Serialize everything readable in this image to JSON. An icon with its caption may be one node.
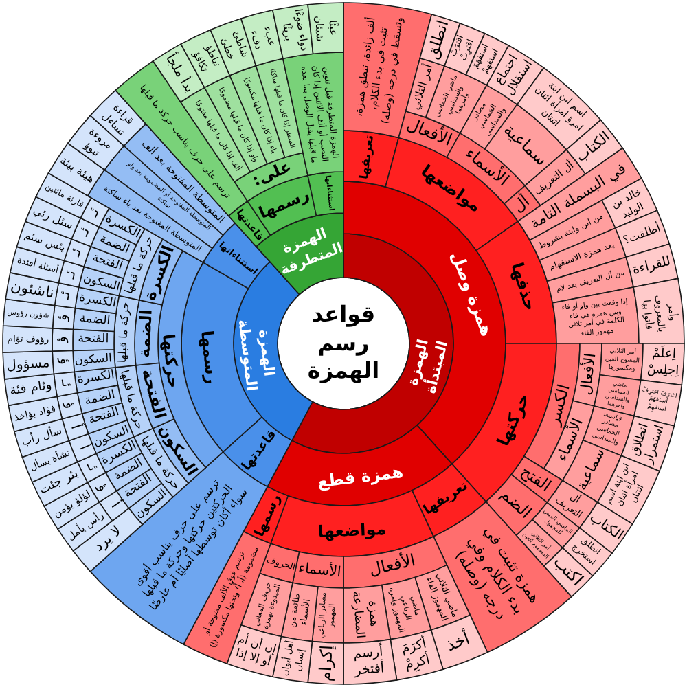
{
  "diagram": {
    "nodes": [
      {
        "text": [
          "قواعد رسم الهمزة"
        ]
      },
      {
        "text": [
          "الهمزة المبتدأة"
        ]
      },
      {
        "text": [
          "همزة وصل"
        ]
      },
      {
        "text": [
          "تعريفها"
        ]
      },
      {
        "text": [
          "ألف زائدة، تنطق همزة، تثبت في بدء الكلام، وتسقط في درجه (وصله)"
        ]
      },
      {
        "text": [
          "مواضعها"
        ]
      },
      {
        "text": [
          "الأفعال"
        ]
      },
      {
        "text": [
          "أمر الثلاثي"
        ]
      },
      {
        "text": [
          "انطلق"
        ]
      },
      {
        "text": [
          "ماضي الخماسي والسداسي وأمرهما"
        ]
      },
      {
        "text": [
          "اقترَبَ اقترِبْ"
        ]
      },
      {
        "text": [
          "استفهَمَ استفهِمْ"
        ]
      },
      {
        "text": [
          "الأسماء"
        ]
      },
      {
        "text": [
          "مصادر الخماسي والسداسي"
        ]
      },
      {
        "text": [
          "اجتماع استقلال"
        ]
      },
      {
        "text": [
          "سماعية"
        ]
      },
      {
        "text": [
          "اسم ابن ابنة امرؤ امرأة اثنان اثنتان"
        ]
      },
      {
        "text": [
          "أل"
        ]
      },
      {
        "text": [
          "أل التعريف"
        ]
      },
      {
        "text": [
          "الكتاب"
        ]
      },
      {
        "text": [
          "حذفها"
        ]
      },
      {
        "text": [
          "في البسملة التامة"
        ]
      },
      {
        "text": [
          "من ابن وابنة بشروط"
        ]
      },
      {
        "text": [
          "خالد بن الوليد"
        ]
      },
      {
        "text": [
          "بعد همزة الاستفهام"
        ]
      },
      {
        "text": [
          "أطلقت؟"
        ]
      },
      {
        "text": [
          "من أل التعريف بعد لام"
        ]
      },
      {
        "text": [
          "للقراءة"
        ]
      },
      {
        "text": [
          "إذا وقعت بين واو أو فاء وبين همزة هي فاء الكلمة في أمر ثلاثي مهموز الفاء"
        ]
      },
      {
        "text": [
          "وأمر بالمعروف فأتوا بها"
        ]
      },
      {
        "text": [
          "حركتها"
        ]
      },
      {
        "text": [
          "الكسر"
        ]
      },
      {
        "text": [
          "الأفعال"
        ]
      },
      {
        "text": [
          "أمر الثلاثي المفتوح العين ومكسورها"
        ]
      },
      {
        "text": [
          "اِعلَمْ اِجلِسْ"
        ]
      },
      {
        "text": [
          "ماضي الخماسي والسداسي وأمرهما"
        ]
      },
      {
        "text": [
          "اغترَفَ اغترِفْ استفهَمَ استفهِمْ"
        ]
      },
      {
        "text": [
          "الأسماء"
        ]
      },
      {
        "text": [
          "قياسية: مصادر الخماسي والسداسي"
        ]
      },
      {
        "text": [
          "انطلاق استمرار"
        ]
      },
      {
        "text": [
          "سماعية"
        ]
      },
      {
        "text": [
          "ابن ابنة اسم امرأة اثنان اثنتان"
        ]
      },
      {
        "text": [
          "الفتح"
        ]
      },
      {
        "text": [
          "أل التعريف"
        ]
      },
      {
        "text": [
          "الكتاب"
        ]
      },
      {
        "text": [
          "الضم"
        ]
      },
      {
        "text": [
          "الماضي المبني للمجهول"
        ]
      },
      {
        "text": [
          "انطلق استخرج"
        ]
      },
      {
        "text": [
          "أمر الثلاثي المضموم العين"
        ]
      },
      {
        "text": [
          "اكتب"
        ]
      },
      {
        "text": [
          "همزة قطع"
        ]
      },
      {
        "text": [
          "تعريفها"
        ]
      },
      {
        "text": [
          "همزة تثبت في بدء الكلام وفي درجه (وصله)"
        ]
      },
      {
        "text": [
          "مواضعها"
        ]
      },
      {
        "text": [
          "الأفعال"
        ]
      },
      {
        "text": [
          "ماضي الثلاثي المهموز الفاء"
        ]
      },
      {
        "text": [
          "أخذ"
        ]
      },
      {
        "text": [
          "ماضي الرباعي المهموز وأمره"
        ]
      },
      {
        "text": [
          "أكرَمَ أكرِمْ"
        ]
      },
      {
        "text": [
          "همزة المضارعة"
        ]
      },
      {
        "text": [
          "أرسم أفتخر"
        ]
      },
      {
        "text": [
          "الأسماء"
        ]
      },
      {
        "text": [
          "مصادر الرباعي المهموز"
        ]
      },
      {
        "text": [
          "إكرام"
        ]
      },
      {
        "text": [
          "طائفة من الأسماء"
        ]
      },
      {
        "text": [
          "أهل أبوان إنسان"
        ]
      },
      {
        "text": [
          "الحروف"
        ]
      },
      {
        "text": [
          "حروف المعاني المبدوءة بهمزة"
        ]
      },
      {
        "text": [
          "إن أن أم أو إلا إذا"
        ]
      },
      {
        "text": [
          "رسمها"
        ]
      },
      {
        "text": [
          "ترسم فوق الألف مفتوحة أو مضمومة (أ، أُ) وتحتها مكسورة (إ)"
        ]
      },
      {
        "text": [
          "الهمزة المتوسطة"
        ]
      },
      {
        "text": [
          "قاعدتها"
        ]
      },
      {
        "text": [
          "ترسم على حرف يناسب أقوى الحركتين حركتها وحركة ما قبلها سواء أكان توسطها أصليًا أم عارضًا"
        ]
      },
      {
        "text": [
          "رسمها"
        ]
      },
      {
        "text": [
          "حركتها"
        ]
      },
      {
        "text": [
          "السكون"
        ]
      },
      {
        "text": [
          "حركة ما قبلها"
        ]
      },
      {
        "text": [
          "السكون"
        ]
      },
      {
        "text": [
          "لا يرد"
        ]
      },
      {
        "text": [
          "الفتحة"
        ]
      },
      {
        "text": [
          "أ"
        ]
      },
      {
        "text": [
          "رأس يأمل"
        ]
      },
      {
        "text": [
          "الضمة"
        ]
      },
      {
        "text": [
          "ؤ"
        ]
      },
      {
        "text": [
          "لؤلؤ يؤمن"
        ]
      },
      {
        "text": [
          "الكسرة"
        ]
      },
      {
        "text": [
          "ئـ"
        ]
      },
      {
        "text": [
          "بئر جئت"
        ]
      },
      {
        "text": [
          "الفتحة"
        ]
      },
      {
        "text": [
          "حركة ما قبلها"
        ]
      },
      {
        "text": [
          "السكون"
        ]
      },
      {
        "text": [
          "أ"
        ]
      },
      {
        "text": [
          "نشأة يسأل"
        ]
      },
      {
        "text": [
          "الفتحة"
        ]
      },
      {
        "text": [
          "أ"
        ]
      },
      {
        "text": [
          "سأل رأب"
        ]
      },
      {
        "text": [
          "الضمة"
        ]
      },
      {
        "text": [
          "ؤ"
        ]
      },
      {
        "text": [
          "فؤاد يؤاخذ"
        ]
      },
      {
        "text": [
          "الكسرة"
        ]
      },
      {
        "text": [
          "ئـ"
        ]
      },
      {
        "text": [
          "وئام فئة"
        ]
      },
      {
        "text": [
          "الضمة"
        ]
      },
      {
        "text": [
          "حركة ما قبلها"
        ]
      },
      {
        "text": [
          "السكون"
        ]
      },
      {
        "text": [
          "ؤ"
        ]
      },
      {
        "text": [
          "مسؤول"
        ]
      },
      {
        "text": [
          "الفتحة"
        ]
      },
      {
        "text": [
          "ؤ"
        ]
      },
      {
        "text": [
          "رؤوف تؤام"
        ]
      },
      {
        "text": [
          "الضمة"
        ]
      },
      {
        "text": [
          "ؤ"
        ]
      },
      {
        "text": [
          "شؤون رؤوس"
        ]
      },
      {
        "text": [
          "الكسرة"
        ]
      },
      {
        "text": [
          "ئـ"
        ]
      },
      {
        "text": [
          "ناشئون"
        ]
      },
      {
        "text": [
          "الكسرة"
        ]
      },
      {
        "text": [
          "حركة ما قبلها"
        ]
      },
      {
        "text": [
          "السكون"
        ]
      },
      {
        "text": [
          "ئـ"
        ]
      },
      {
        "text": [
          "أسئلة أفئدة"
        ]
      },
      {
        "text": [
          "الفتحة"
        ]
      },
      {
        "text": [
          "ئـ"
        ]
      },
      {
        "text": [
          "يئس سئم"
        ]
      },
      {
        "text": [
          "الضمة"
        ]
      },
      {
        "text": [
          "ئـ"
        ]
      },
      {
        "text": [
          "سئل رئي"
        ]
      },
      {
        "text": [
          "الكسرة"
        ]
      },
      {
        "text": [
          "ئـ"
        ]
      },
      {
        "text": [
          "قارئة مائتين"
        ]
      },
      {
        "text": [
          "استثناءاتها"
        ]
      },
      {
        "text": [
          "المتوسطة المفتوحة بعد ياء ساكنة"
        ]
      },
      {
        "text": [
          "هيئة بيئة"
        ]
      },
      {
        "text": [
          "المتوسطة المفتوحة أو المضمومة بعد واو ساكنة"
        ]
      },
      {
        "text": [
          "مروءة تبوؤ"
        ]
      },
      {
        "text": [
          "المتوسطة المفتوحة بعد ألف"
        ]
      },
      {
        "text": [
          "قراءة تساءل"
        ]
      },
      {
        "text": [
          "الهمزة المتطرفة"
        ]
      },
      {
        "text": [
          "قاعدتها"
        ]
      },
      {
        "text": [
          "ترسم على حرف يناسب حركة ما قبلها"
        ]
      },
      {
        "text": [
          "رسمها"
        ]
      },
      {
        "text": [
          "على:"
        ]
      },
      {
        "text": [
          "ألف إذا كان ما قبلها مفتوحًا"
        ]
      },
      {
        "text": [
          "بدأ ملجأ"
        ]
      },
      {
        "text": [
          "واو إذا كان ما قبلها مضمومًا"
        ]
      },
      {
        "text": [
          "تباطؤ تكافؤ"
        ]
      },
      {
        "text": [
          "ياء إذا كان ما قبلها مكسورًا"
        ]
      },
      {
        "text": [
          "شاطئ خطئ"
        ]
      },
      {
        "text": [
          "السطر إذا كان ما قبلها ساكنًا"
        ]
      },
      {
        "text": [
          "عبء دفء"
        ]
      },
      {
        "text": [
          "استثناءاتها"
        ]
      },
      {
        "text": [
          "الهمزة المتطرفة قبل تنوين النصب أو ألف الاثنين إذا كان ما قبلها يقبل الوصل بما بعده"
        ]
      },
      {
        "text": [
          "دواء ضوءًا بريئًا"
        ]
      },
      {
        "text": [
          "عبئًا شيئان"
        ]
      }
    ]
  }
}
